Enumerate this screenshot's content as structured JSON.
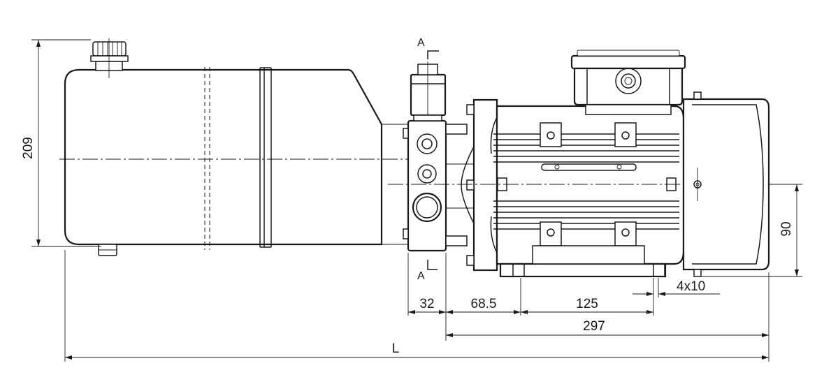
{
  "dimensions": {
    "height": "209",
    "l32": "32",
    "l685": "68.5",
    "l125": "125",
    "l297": "297",
    "overall": "L",
    "right_height": "90",
    "holes": "4x10"
  },
  "section": {
    "top": "A",
    "bottom": "A"
  }
}
